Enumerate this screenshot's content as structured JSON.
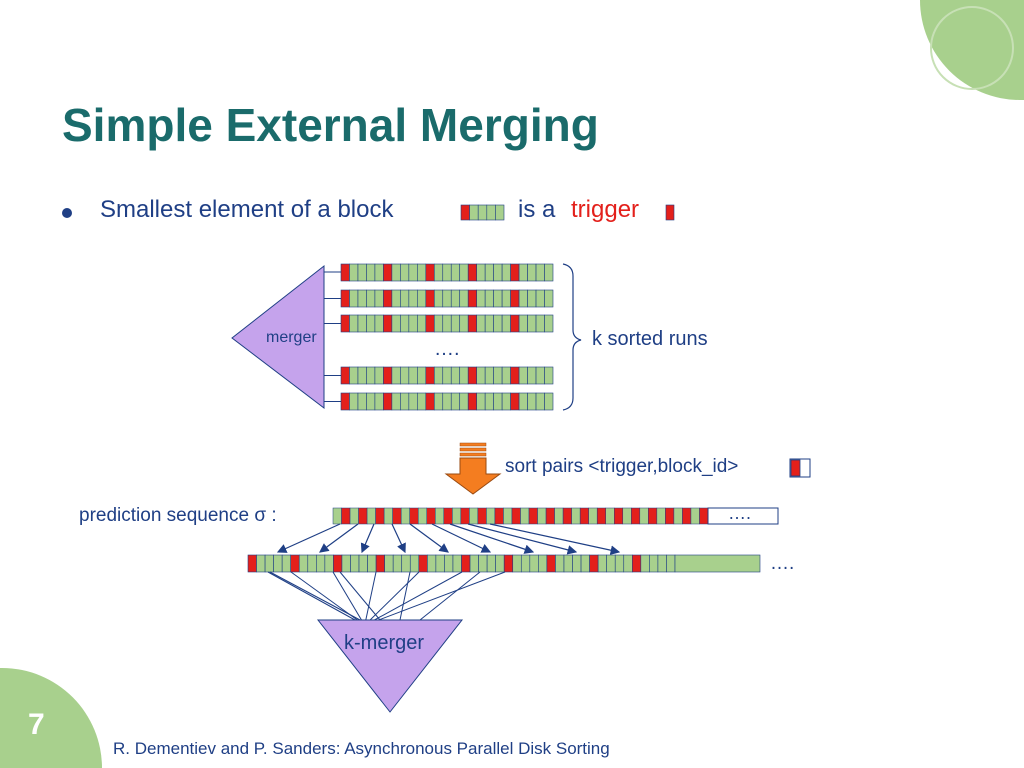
{
  "slide": {
    "title": "Simple External Merging",
    "page_number": "7",
    "footer": "R. Dementiev and P. Sanders: Asynchronous Parallel Disk Sorting"
  },
  "bullet": {
    "text_before": "Smallest element of a block",
    "text_middle": "is a ",
    "trigger_word": "trigger"
  },
  "diagram": {
    "merger_label": "merger",
    "ellipsis_runs": "….",
    "runs_label": "k sorted runs",
    "sort_pairs_label": "sort pairs <trigger,block_id>",
    "prediction_label": "prediction sequence σ :",
    "ellipsis_sequence": "….",
    "ellipsis_buffer": "….",
    "kmerger_label": "k-merger",
    "runs_top_count": 3,
    "runs_bottom_count": 2
  },
  "colors": {
    "title": "#1a6b6b",
    "text": "#1f3f85",
    "trigger": "#e3201b",
    "element": "#a8d08d",
    "merger": "#c5a3ec",
    "arrow": "#f47d20",
    "corner": "#a8d08d"
  },
  "icons": [
    "seal-icon",
    "arrow-down-icon"
  ]
}
